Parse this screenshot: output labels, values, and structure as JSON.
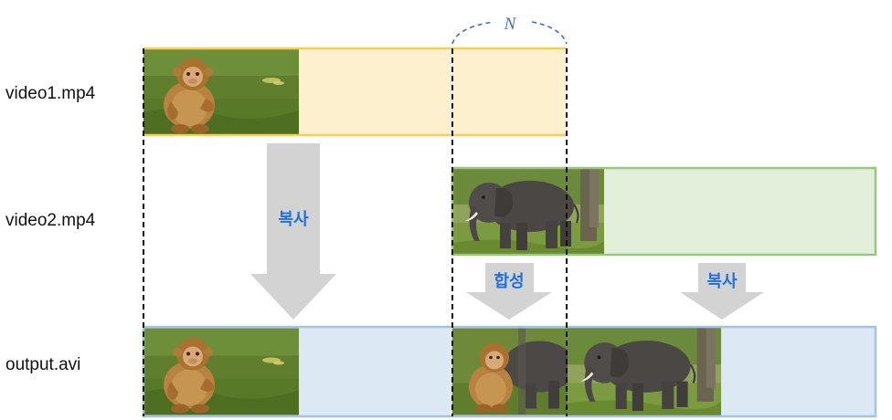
{
  "labels": {
    "video1": "video1.mp4",
    "video2": "video2.mp4",
    "output": "output.avi"
  },
  "arrows": {
    "copy_1": "복사",
    "blend": "합성",
    "copy_2": "복사"
  },
  "overlap_label": "N",
  "colors": {
    "video1_fill": "#fdf0cf",
    "video1_stroke": "#f5cf52",
    "video2_fill": "#e2efda",
    "video2_stroke": "#9cc67e",
    "output_fill": "#dde8f5",
    "output_stroke": "#a4c3e4",
    "arrow": "#d3d3d3",
    "arrow_text": "#1f6fe0",
    "n_color": "#3f6fb0"
  },
  "images": {
    "monkey": "monkey-photo",
    "elephant": "elephant-photo"
  }
}
